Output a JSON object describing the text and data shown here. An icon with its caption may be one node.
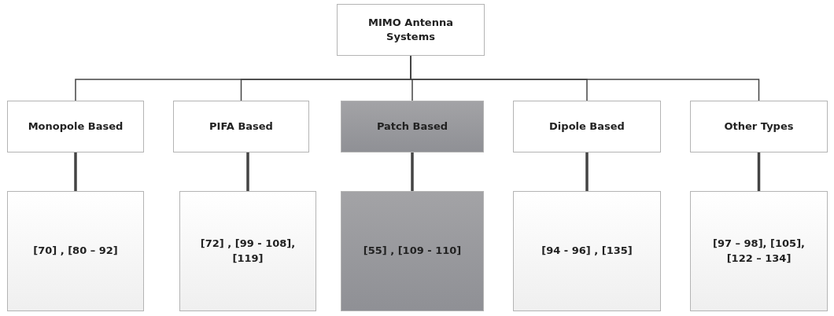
{
  "diagram": {
    "nodes": [
      {
        "text": [
          "MIMO Antenna Systems"
        ]
      },
      {
        "text": [
          "Monopole Based"
        ]
      },
      {
        "text": [
          "PIFA Based"
        ]
      },
      {
        "text": [
          "Patch Based"
        ]
      },
      {
        "text": [
          "Dipole Based"
        ]
      },
      {
        "text": [
          "Other Types"
        ]
      },
      {
        "text": [
          "[70] , [80 – 92]"
        ]
      },
      {
        "text": [
          "[72] , [99 - 108], [119]"
        ]
      },
      {
        "text": [
          "[55] , [109 - 110]"
        ]
      },
      {
        "text": [
          "[94 - 96] , [135]"
        ]
      },
      {
        "text": [
          "[97 – 98], [105], [122 – 134]"
        ]
      }
    ],
    "edges": [
      {
        "from": 0,
        "to": 1,
        "arrow": "none"
      },
      {
        "from": 0,
        "to": 2,
        "arrow": "none"
      },
      {
        "from": 0,
        "to": 3,
        "arrow": "none"
      },
      {
        "from": 0,
        "to": 4,
        "arrow": "none"
      },
      {
        "from": 0,
        "to": 5,
        "arrow": "none"
      },
      {
        "from": 1,
        "to": 6,
        "arrow": "none",
        "style": "thick"
      },
      {
        "from": 2,
        "to": 7,
        "arrow": "none",
        "style": "thick"
      },
      {
        "from": 3,
        "to": 8,
        "arrow": "none",
        "style": "thick"
      },
      {
        "from": 4,
        "to": 9,
        "arrow": "none",
        "style": "thick"
      },
      {
        "from": 5,
        "to": 10,
        "arrow": "none",
        "style": "thick"
      }
    ]
  }
}
